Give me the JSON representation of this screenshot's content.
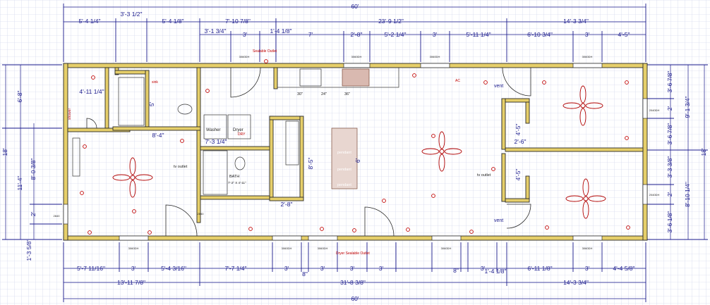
{
  "colors": {
    "wall": "#e6cf6a",
    "wall_outline": "#2a2a2a",
    "dimension": "#1a1a8c",
    "grid": "#c8cde8",
    "fixture": "#c00000"
  },
  "dimensions": {
    "overall_width": "60'",
    "overall_depth": "18'",
    "top_row1": [
      "5'-4 1/4\"",
      "3'-3 1/2\"",
      "5'-4 1/8\"",
      "7'-10 7/8\"",
      "23'-9 1/2\"",
      "14'-3 3/4\""
    ],
    "top_row2": [
      "3'-1 3/4\"",
      "3'",
      "1'-4 1/8\"",
      "7'",
      "2'-8\"",
      "5'-2 1/4\"",
      "3'",
      "5'-11 1/4\"",
      "6'-10 3/4\"",
      "3'",
      "4'-5\""
    ],
    "bottom_row1": [
      "5'-7 11/16\"",
      "3'",
      "5'-4 3/16\"",
      "7'-7 1/4\"",
      "3'",
      "8\"",
      "3'",
      "3'",
      "3'",
      "8\"",
      "3'",
      "1'-4 1/8\"",
      "6'-11 1/8\"",
      "3'",
      "4'-4 5/8\""
    ],
    "bottom_row2": [
      "13'-11 7/8\"",
      "31'-8 3/8\"",
      "14'-3 3/4\""
    ],
    "left_outer": [
      "6'-8\"",
      "11'-4\""
    ],
    "left_inner": [
      "8'-0 3/8\"",
      "2'"
    ],
    "left_bottom": "1'-3 5/8\"",
    "right_inner": [
      "3'-6 7/8\"",
      "2'",
      "3'-6 7/8\"",
      "3'-3 3/8\"",
      "2'",
      "3'-6 1/8\""
    ],
    "right_mid": [
      "9'-1 3/4\"",
      "8'-10 1/4\""
    ],
    "interior": [
      "4'-11 1/4\"",
      "5'",
      "8'-4\"",
      "7'-3 1/4\"",
      "8'-5\"",
      "6'",
      "2'-8\"",
      "4'-5\"",
      "2'-6\"",
      "4'-5\""
    ]
  },
  "labels": {
    "vent_top": "vent",
    "vent_bottom": "vent",
    "washer": "Washer",
    "dryer": "Dryer",
    "tv_outlet_left": "tv outlet",
    "tv_outlet_right": "tv outlet",
    "bath": "BATH",
    "bath_size": "7'-2\" X 4'-11\"",
    "pendant_1": "pendant",
    "pendant_2": "pendant",
    "pendant_3": "pendant",
    "ac": "AC",
    "dryer_tag": "DRY",
    "sink": "sink",
    "shower": "shower",
    "outlet_top": "Sealable Outlet",
    "outlet_bottom": "Dryer Sealable Outlet",
    "base_24": "24\"",
    "base_30": "30\"",
    "base_36": "36\""
  },
  "windows": [
    "3060DH",
    "3060DH",
    "3060DH",
    "3060DH",
    "2840",
    "2040DH",
    "2040DH",
    "2040DH",
    "2040DH",
    "2040DH",
    "2040DH",
    "2040DH",
    "3060DH",
    "3060DH",
    "3060DH",
    "3060DH",
    "3060DH",
    "2840"
  ]
}
